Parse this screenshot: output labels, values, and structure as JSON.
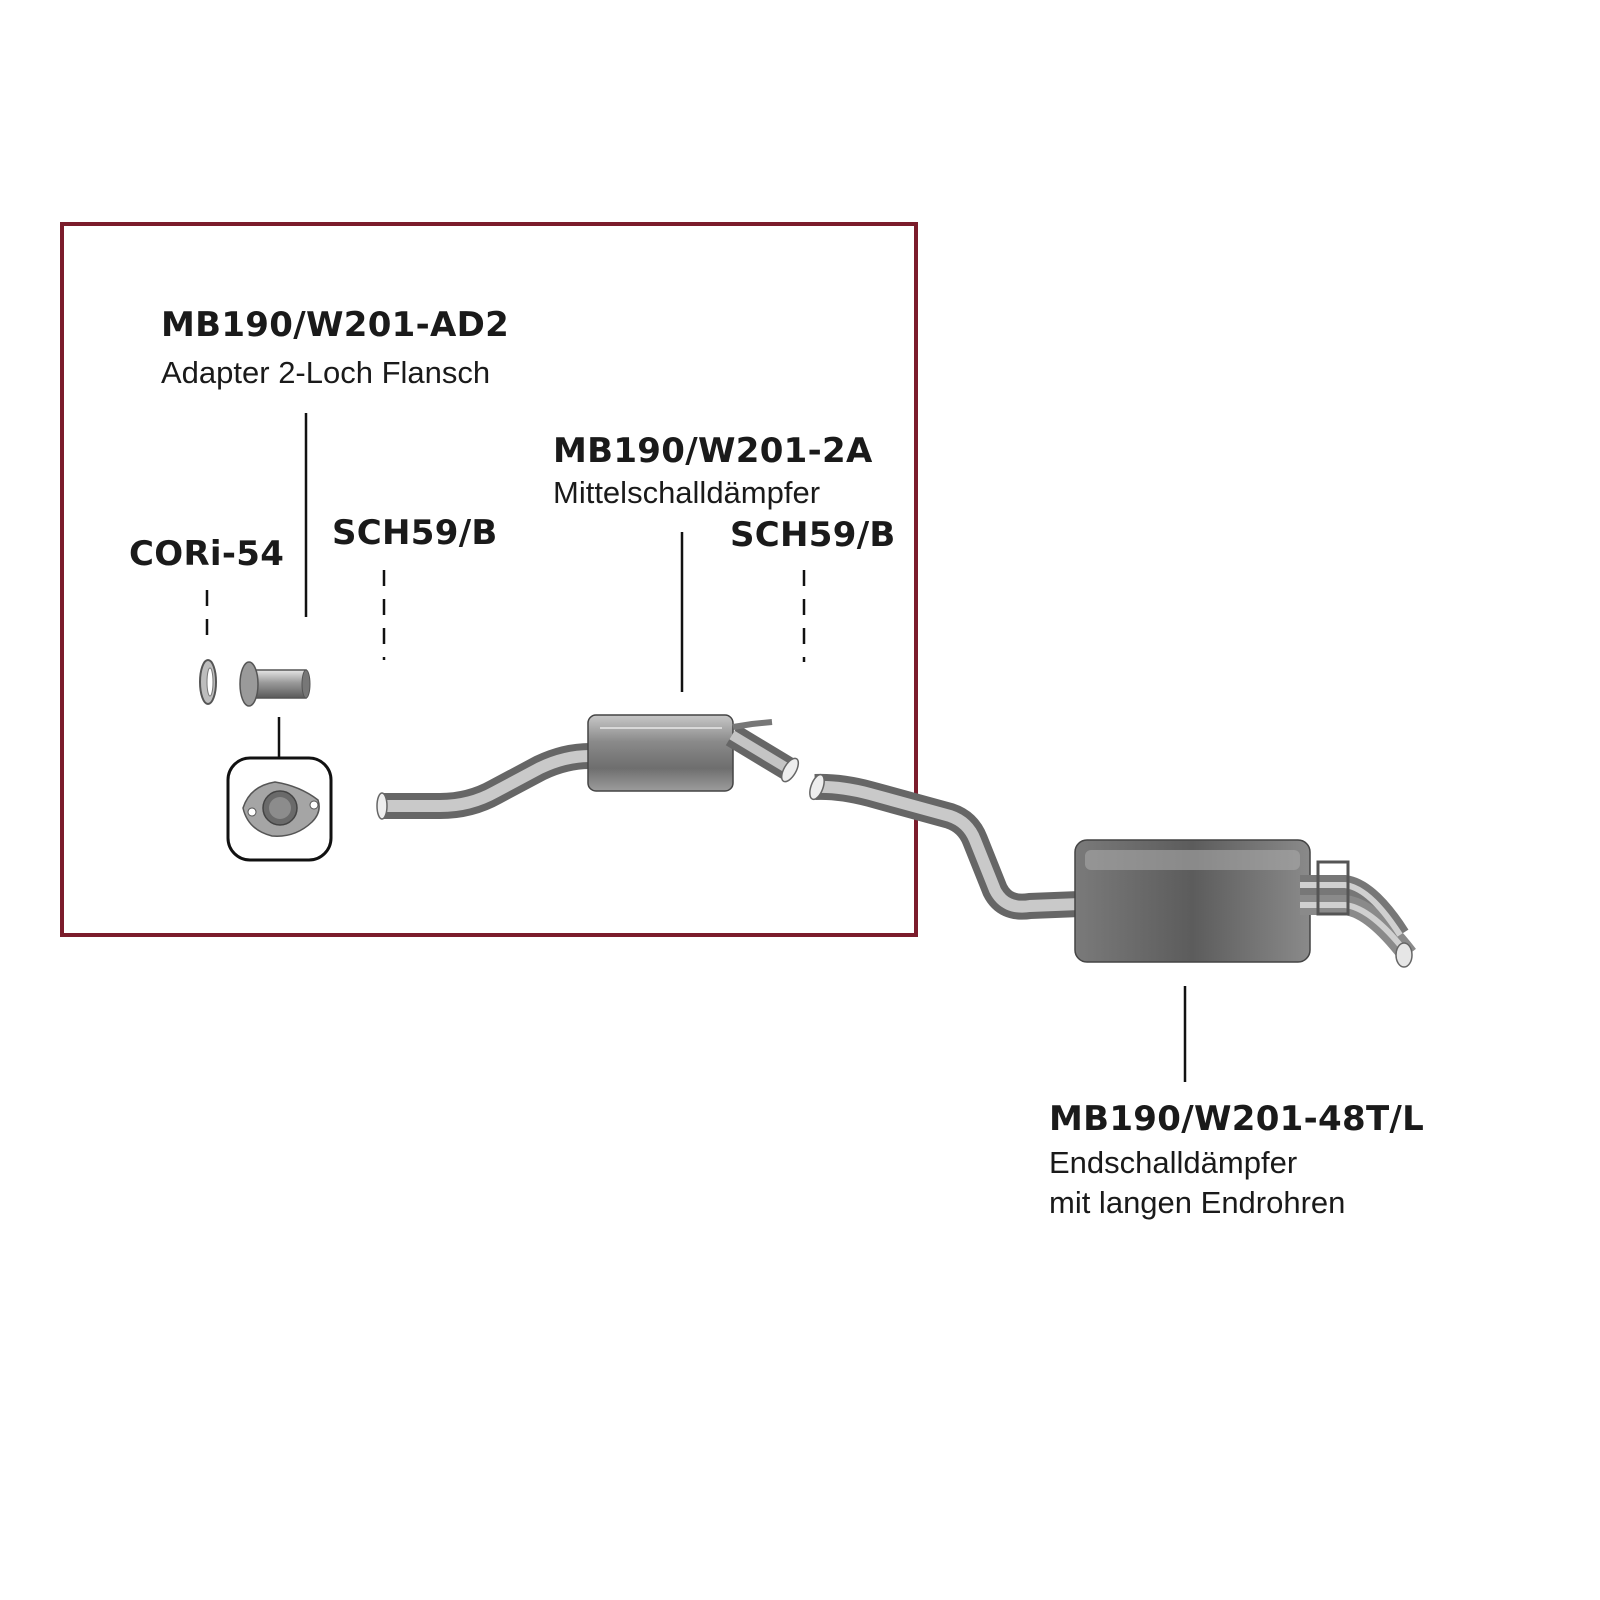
{
  "frame_color": "#7b1c2b",
  "parts": {
    "adapter": {
      "code": "MB190/W201-AD2",
      "description": "Adapter 2-Loch Flansch"
    },
    "clamp": {
      "code": "CORi-54"
    },
    "clip_left": {
      "code": "SCH59/B"
    },
    "clip_right": {
      "code": "SCH59/B"
    },
    "center_muffler": {
      "code": "MB190/W201-2A",
      "description": "Mittelschalldämpfer"
    },
    "rear_muffler": {
      "code": "MB190/W201-48T/L",
      "description_line1": "Endschalldämpfer",
      "description_line2": "mit langen Endrohren"
    }
  }
}
